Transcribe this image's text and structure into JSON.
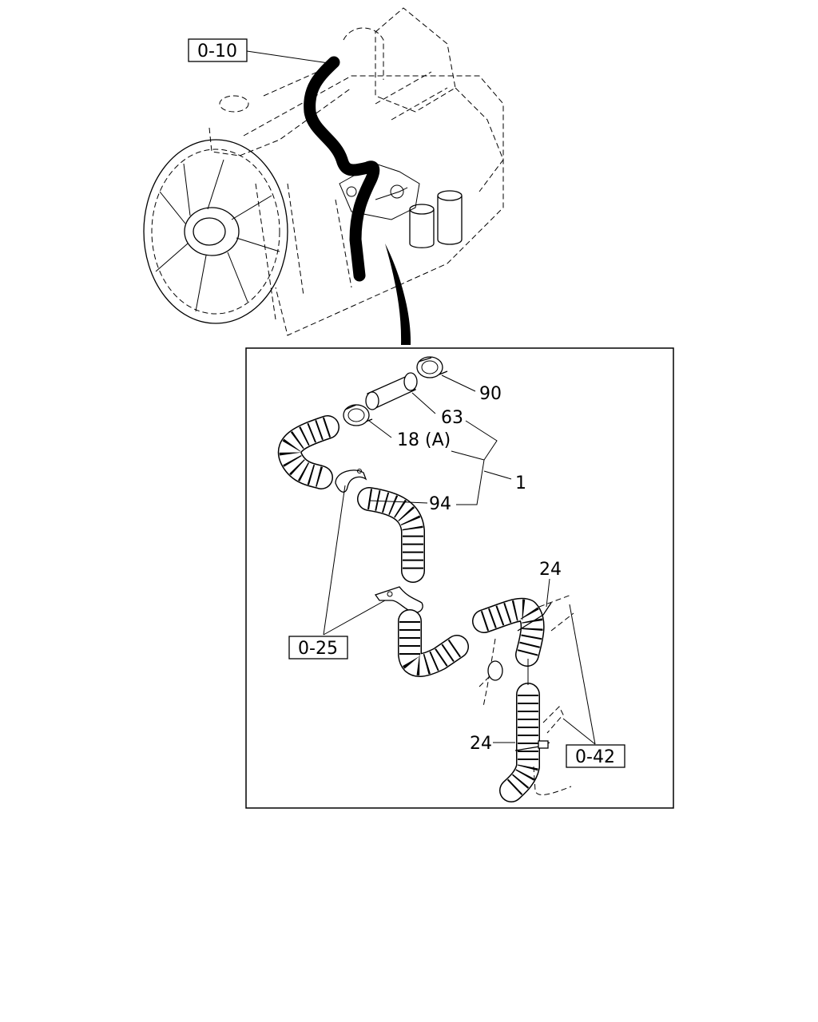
{
  "refs": {
    "top": "0-10",
    "clamp": "0-25",
    "harness": "0-42"
  },
  "parts": {
    "clamp_end": "90",
    "sleeve": "63",
    "clamp_a": "18 (A)",
    "assembly": "1",
    "bracket": "94",
    "band_upper": "24",
    "band_lower": "24"
  }
}
